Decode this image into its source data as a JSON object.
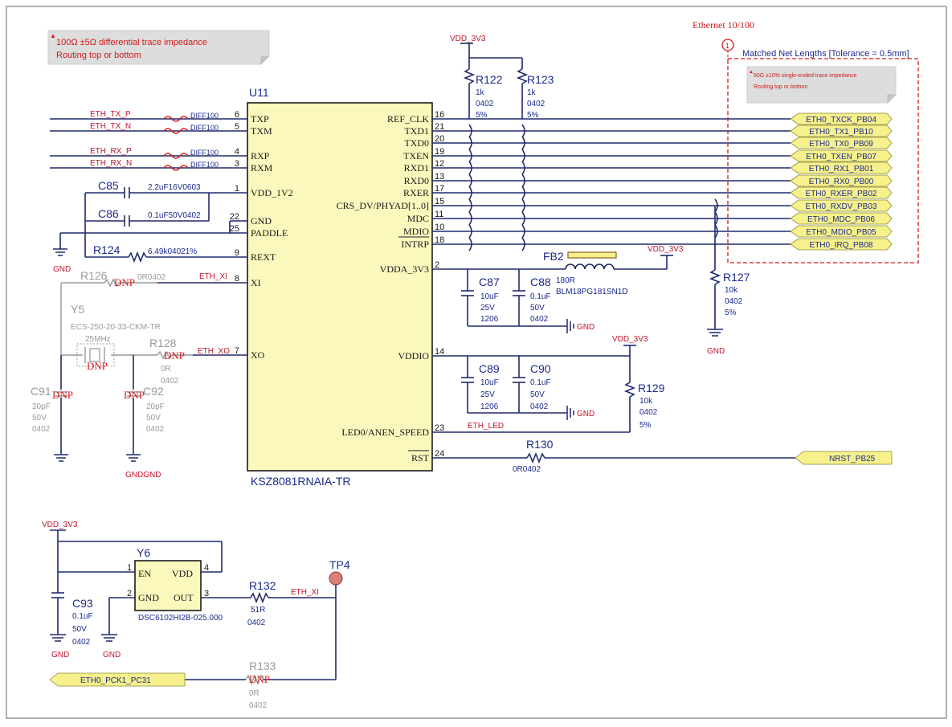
{
  "notes": {
    "diff_line1": "100Ω ±5Ω differential trace impedance",
    "diff_line2": "Routing top or bottom",
    "se_line1": "50Ω ±10% single-ended trace impedance",
    "se_line2": "Routing top or bottom",
    "eth_title": "Ethernet 10/100",
    "marker": "1",
    "matched": "Matched Net Lengths [Tolerance = 0.5mm]"
  },
  "u11": {
    "ref": "U11",
    "part": "KSZ8081RNAIA-TR",
    "left_pins": [
      {
        "name": "TXP",
        "num": "6"
      },
      {
        "name": "TXM",
        "num": "5"
      },
      {
        "name": "RXP",
        "num": "4"
      },
      {
        "name": "RXM",
        "num": "3"
      },
      {
        "name": "VDD_1V2",
        "num": "1"
      },
      {
        "name": "GND",
        "num": "22"
      },
      {
        "name": "PADDLE",
        "num": "25"
      },
      {
        "name": "REXT",
        "num": "9"
      },
      {
        "name": "XI",
        "num": "8"
      },
      {
        "name": "XO",
        "num": "7"
      }
    ],
    "right_pins": [
      {
        "name": "REF_CLK",
        "num": "16"
      },
      {
        "name": "TXD1",
        "num": "21"
      },
      {
        "name": "TXD0",
        "num": "20"
      },
      {
        "name": "TXEN",
        "num": "19"
      },
      {
        "name": "RXD1",
        "num": "12"
      },
      {
        "name": "RXD0",
        "num": "13"
      },
      {
        "name": "RXER",
        "num": "17"
      },
      {
        "name": "CRS_DV/PHYAD[1..0]",
        "num": "15"
      },
      {
        "name": "MDC",
        "num": "11"
      },
      {
        "name": "MDIO",
        "num": "10"
      },
      {
        "name": "INTRP",
        "num": "18"
      },
      {
        "name": "VDDA_3V3",
        "num": "2"
      },
      {
        "name": "VDDIO",
        "num": "14"
      },
      {
        "name": "LED0/ANEN_SPEED",
        "num": "23"
      },
      {
        "name": "RST",
        "num": "24"
      }
    ]
  },
  "diff_nets": [
    {
      "net": "ETH_TX_P",
      "tag": "DIFF100"
    },
    {
      "net": "ETH_TX_N",
      "tag": "DIFF100"
    },
    {
      "net": "ETH_RX_P",
      "tag": "DIFF100"
    },
    {
      "net": "ETH_RX_N",
      "tag": "DIFF100"
    }
  ],
  "ports": [
    "ETH0_TXCK_PB04",
    "ETH0_TX1_PB10",
    "ETH0_TX0_PB09",
    "ETH0_TXEN_PB07",
    "ETH0_RX1_PB01",
    "ETH0_RX0_PB00",
    "ETH0_RXER_PB02",
    "ETH0_RXDV_PB03",
    "ETH0_MDC_PB06",
    "ETH0_MDIO_PB05",
    "ETH0_IRQ_PB08"
  ],
  "power": {
    "vdd": "VDD_3V3",
    "gnd": "GND",
    "gndgnd": "GNDGND"
  },
  "parts": {
    "r122": {
      "ref": "R122",
      "v1": "1k",
      "v2": "0402",
      "v3": "5%"
    },
    "r123": {
      "ref": "R123",
      "v1": "1k",
      "v2": "0402",
      "v3": "5%"
    },
    "c85": {
      "ref": "C85",
      "val": "2.2uF16V0603"
    },
    "c86": {
      "ref": "C86",
      "val": "0.1uF50V0402"
    },
    "r124": {
      "ref": "R124",
      "val": "6.49k04021%"
    },
    "r126": {
      "ref": "R126",
      "dnp": "DNP",
      "val": "0R0402"
    },
    "y5": {
      "ref": "Y5",
      "part": "ECS-250-20-33-CKM-TR",
      "freq": "25MHz",
      "dnp": "DNP"
    },
    "r128": {
      "ref": "R128",
      "dnp": "DNP",
      "v1": "0R",
      "v2": "0402"
    },
    "c91": {
      "ref": "C91",
      "dnp": "DNP",
      "v1": "20pF",
      "v2": "50V",
      "v3": "0402"
    },
    "c92": {
      "ref": "C92",
      "dnp": "DNP",
      "v1": "20pF",
      "v2": "50V",
      "v3": "0402"
    },
    "fb2": {
      "ref": "FB2",
      "v1": "180R",
      "part": "BLM18PG181SN1D"
    },
    "c87": {
      "ref": "C87",
      "v1": "10uF",
      "v2": "25V",
      "v3": "1206"
    },
    "c88": {
      "ref": "C88",
      "v1": "0.1uF",
      "v2": "50V",
      "v3": "0402"
    },
    "c89": {
      "ref": "C89",
      "v1": "10uF",
      "v2": "25V",
      "v3": "1206"
    },
    "c90": {
      "ref": "C90",
      "v1": "0.1uF",
      "v2": "50V",
      "v3": "0402"
    },
    "r127": {
      "ref": "R127",
      "v1": "10k",
      "v2": "0402",
      "v3": "5%"
    },
    "r129": {
      "ref": "R129",
      "v1": "10k",
      "v2": "0402",
      "v3": "5%"
    },
    "r130": {
      "ref": "R130",
      "val": "0R0402"
    },
    "c93": {
      "ref": "C93",
      "v1": "0.1uF",
      "v2": "50V",
      "v3": "0402"
    },
    "y6": {
      "ref": "Y6",
      "part": "DSC6102HI2B-025.000",
      "en": "EN",
      "vdd": "VDD",
      "gnd": "GND",
      "out": "OUT",
      "p1": "1",
      "p2": "2",
      "p3": "3",
      "p4": "4"
    },
    "r132": {
      "ref": "R132",
      "v1": "51R",
      "v2": "0402"
    },
    "tp4": {
      "ref": "TP4"
    },
    "r133": {
      "ref": "R133",
      "dnp": "DNP",
      "v1": "0R",
      "v2": "0402"
    }
  },
  "nets": {
    "eth_xi": "ETH_XI",
    "eth_xo": "ETH_XO",
    "eth_led": "ETH_LED",
    "nrst": "NRST_PB25",
    "pck": "ETH0_PCK1_PC31"
  }
}
